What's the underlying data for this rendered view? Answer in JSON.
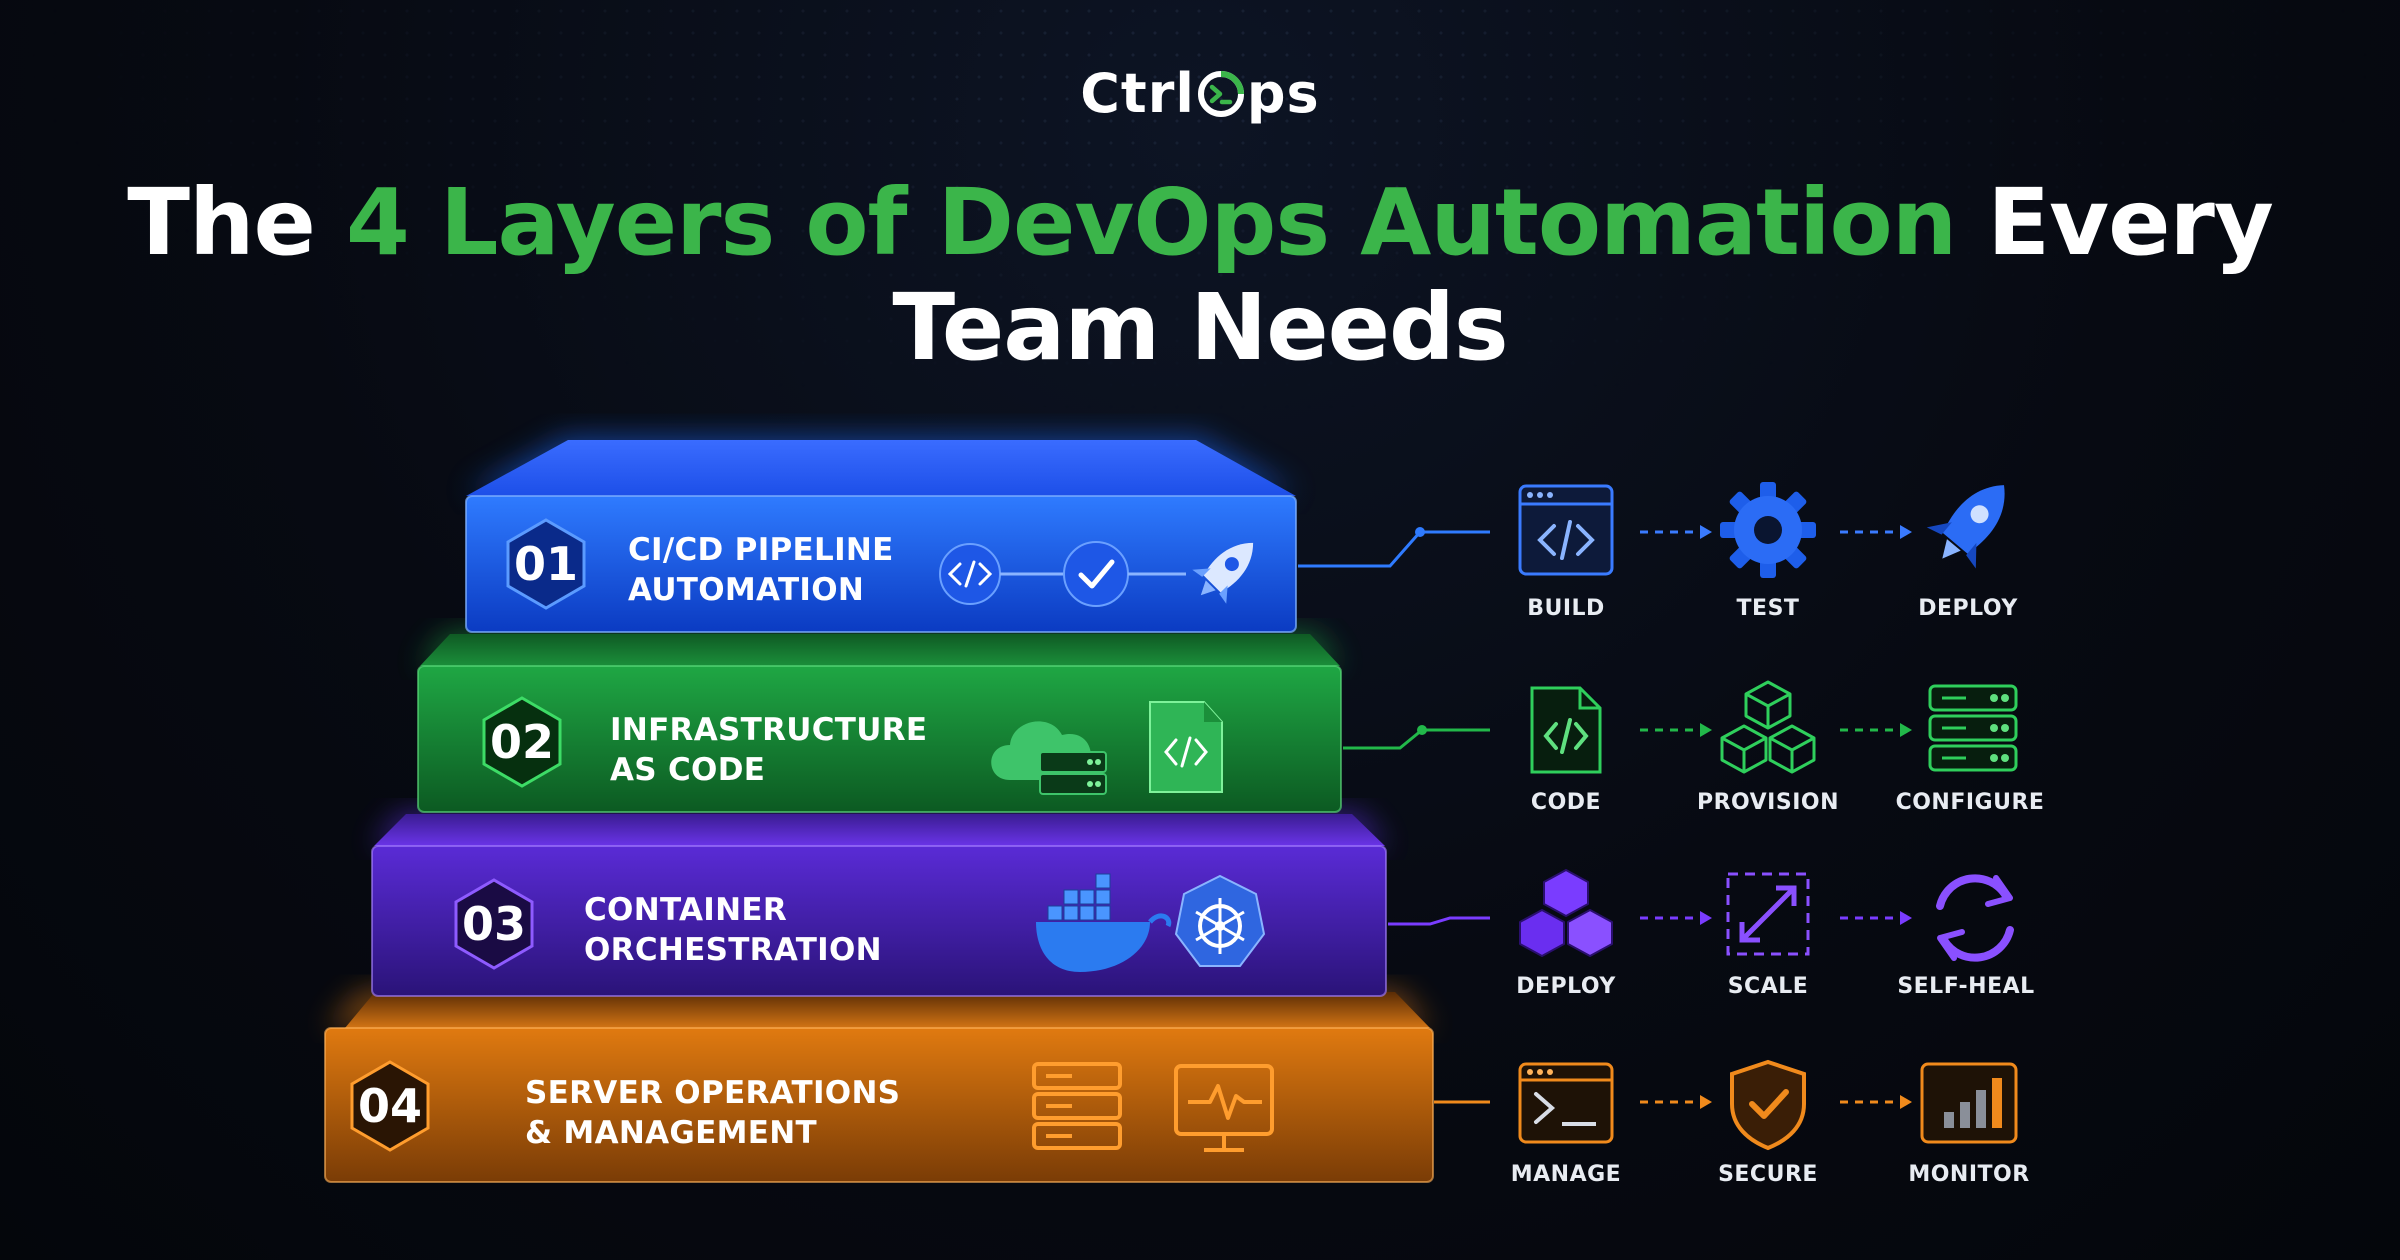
{
  "brand": {
    "name_left": "Ctrl",
    "name_right": "ps",
    "accent": "#3bb54a"
  },
  "headline": {
    "part1": "The ",
    "highlight": "4 Layers of DevOps Automation",
    "part2": " Every Team Needs"
  },
  "layers": [
    {
      "number": "01",
      "line1": "CI/CD PIPELINE",
      "line2": "AUTOMATION",
      "color": "#1f6bff",
      "icons": [
        "code-icon",
        "check-icon",
        "rocket-icon"
      ],
      "steps": [
        {
          "label": "BUILD",
          "icon": "code-window-icon"
        },
        {
          "label": "TEST",
          "icon": "gear-icon"
        },
        {
          "label": "DEPLOY",
          "icon": "rocket-icon"
        }
      ]
    },
    {
      "number": "02",
      "line1": "INFRASTRUCTURE",
      "line2": "AS CODE",
      "color": "#22b84a",
      "icons": [
        "cloud-server-icon",
        "code-file-icon"
      ],
      "steps": [
        {
          "label": "CODE",
          "icon": "code-file-icon"
        },
        {
          "label": "PROVISION",
          "icon": "cubes-icon"
        },
        {
          "label": "CONFIGURE",
          "icon": "server-rack-icon"
        }
      ]
    },
    {
      "number": "03",
      "line1": "CONTAINER",
      "line2": "ORCHESTRATION",
      "color": "#7a3cff",
      "icons": [
        "docker-icon",
        "kubernetes-icon"
      ],
      "steps": [
        {
          "label": "DEPLOY",
          "icon": "cubes-icon"
        },
        {
          "label": "SCALE",
          "icon": "expand-icon"
        },
        {
          "label": "SELF-HEAL",
          "icon": "refresh-icon"
        }
      ]
    },
    {
      "number": "04",
      "line1": "SERVER OPERATIONS",
      "line2": "& MANAGEMENT",
      "color": "#f08a1c",
      "icons": [
        "server-icon",
        "monitor-pulse-icon"
      ],
      "steps": [
        {
          "label": "MANAGE",
          "icon": "terminal-icon"
        },
        {
          "label": "SECURE",
          "icon": "shield-check-icon"
        },
        {
          "label": "MONITOR",
          "icon": "bar-chart-icon"
        }
      ]
    }
  ]
}
